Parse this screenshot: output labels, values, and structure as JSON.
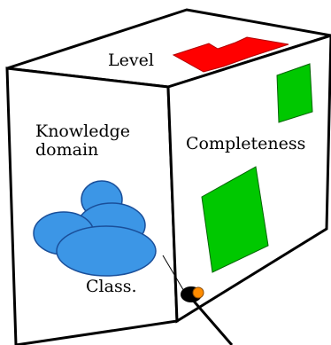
{
  "labels": {
    "level": "Level",
    "knowledge_domain": "Knowledge\ndomain",
    "completeness": "Completeness",
    "class": "Class."
  },
  "colors": {
    "outline": "#000000",
    "background": "#ffffff",
    "level_shape": "#ff0000",
    "completeness_shapes": "#00c800",
    "class_ellipses": "#3c96e6",
    "pointer_dot": "#ff8c00"
  }
}
